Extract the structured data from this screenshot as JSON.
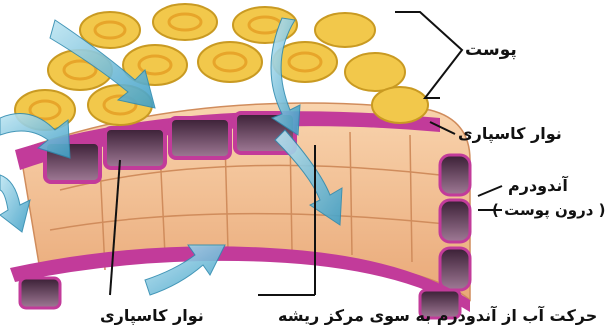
{
  "labels": {
    "epidermis": "پوست",
    "casparian_strip_right": "نوار کاسپاری",
    "endoderm": "آندودرم",
    "endoderm_sub": "( درون پوست )",
    "water_movement": "حرکت آب از آندودرم به سوی مرکز ریشه",
    "casparian_strip_bottom": "نوار کاسپاری"
  },
  "colors": {
    "epidermis_cells": "#f2c84b",
    "endoderm_cells": "#f6c49a",
    "casparian_strip": "#c23b9a",
    "inner_cells": "#5a2a4a",
    "water_arrows": "#5bb8d8",
    "label_lines": "#111111"
  }
}
